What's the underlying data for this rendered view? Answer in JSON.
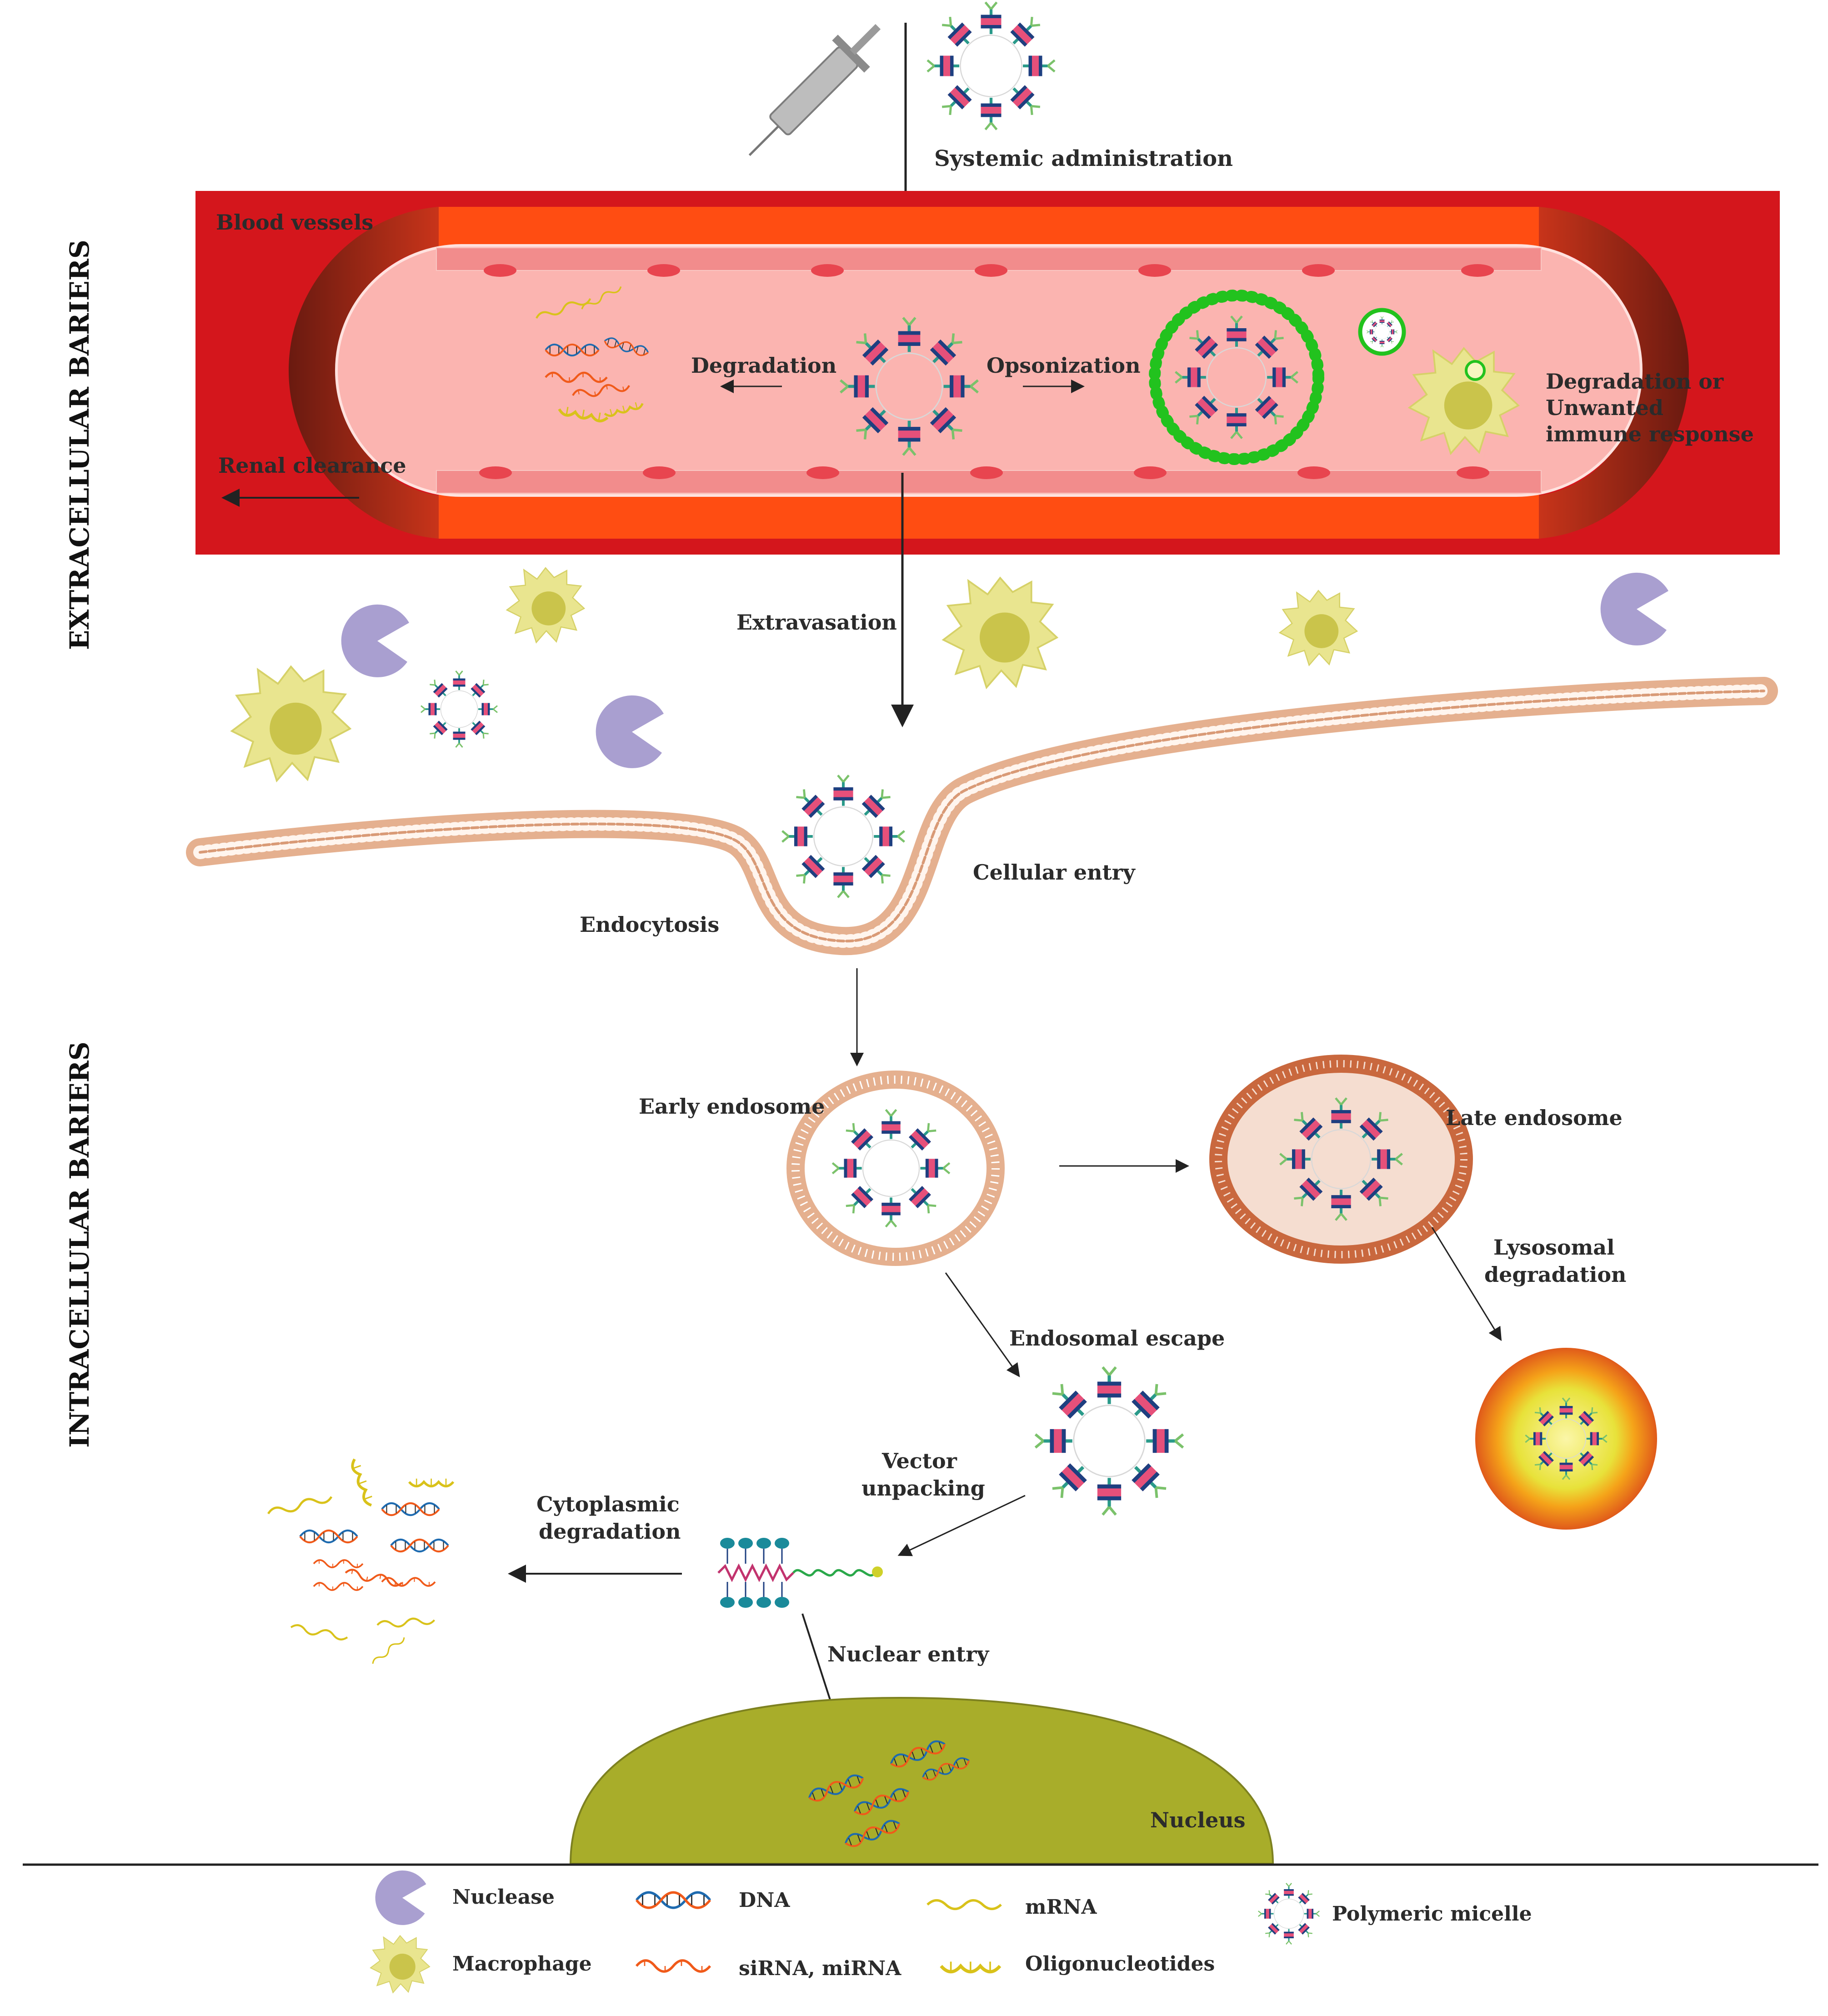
{
  "side_labels": {
    "extracellular": "EXTRACELLULAR BARIERS",
    "intracellular": "INTRACELLULAR BARIERS"
  },
  "labels": {
    "systemic_administration": "Systemic administration",
    "blood_vessels": "Blood vessels",
    "degradation": "Degradation",
    "opsonization": "Opsonization",
    "degradation_or": "Degradation or",
    "unwanted": "Unwanted",
    "immune_response": "immune response",
    "renal_clearance": "Renal clearance",
    "extravasation": "Extravasation",
    "cellular_entry": "Cellular entry",
    "endocytosis": "Endocytosis",
    "early_endosome": "Early endosome",
    "late_endosome": "Late endosome",
    "lysosomal": "Lysosomal",
    "degradation2": "degradation",
    "endosomal_escape": "Endosomal escape",
    "vector": "Vector",
    "unpacking": "unpacking",
    "cytoplasmic": "Cytoplasmic",
    "degradation3": "degradation",
    "nuclear_entry": "Nuclear entry",
    "nucleus": "Nucleus"
  },
  "legend": {
    "nuclease": "Nuclease",
    "macrophage": "Macrophage",
    "dna": "DNA",
    "sirna": "siRNA, miRNA",
    "mrna": "mRNA",
    "oligo": "Oligonucleotides",
    "micelle": "Polymeric micelle"
  },
  "colors": {
    "vessel_dark": "#d4161c",
    "vessel_orange": "#ff4d12",
    "lumen": "#fbb4b0",
    "macrophage": "#e9e58f",
    "nuclease": "#a99fd0",
    "membrane": "#e5b08f",
    "nucleus": "#a8ad2a",
    "opsonin": "#22c21e",
    "dna_blue": "#1e6bb0",
    "sirna": "#f05a1a",
    "mrna": "#d9c21a"
  }
}
